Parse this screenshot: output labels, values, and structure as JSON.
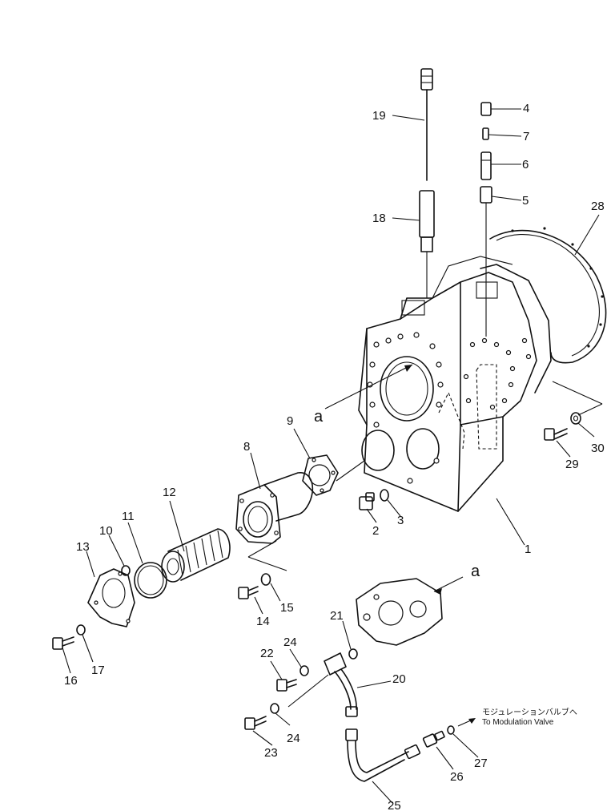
{
  "callouts": [
    {
      "id": "1",
      "text": "1"
    },
    {
      "id": "2",
      "text": "2"
    },
    {
      "id": "3",
      "text": "3"
    },
    {
      "id": "4",
      "text": "4"
    },
    {
      "id": "5",
      "text": "5"
    },
    {
      "id": "6",
      "text": "6"
    },
    {
      "id": "7",
      "text": "7"
    },
    {
      "id": "8",
      "text": "8"
    },
    {
      "id": "9",
      "text": "9"
    },
    {
      "id": "10",
      "text": "10"
    },
    {
      "id": "11",
      "text": "11"
    },
    {
      "id": "12",
      "text": "12"
    },
    {
      "id": "13",
      "text": "13"
    },
    {
      "id": "14",
      "text": "14"
    },
    {
      "id": "15",
      "text": "15"
    },
    {
      "id": "16",
      "text": "16"
    },
    {
      "id": "17",
      "text": "17"
    },
    {
      "id": "18",
      "text": "18"
    },
    {
      "id": "19",
      "text": "19"
    },
    {
      "id": "20",
      "text": "20"
    },
    {
      "id": "21",
      "text": "21"
    },
    {
      "id": "22",
      "text": "22"
    },
    {
      "id": "23",
      "text": "23"
    },
    {
      "id": "24a",
      "text": "24"
    },
    {
      "id": "24b",
      "text": "24"
    },
    {
      "id": "25",
      "text": "25"
    },
    {
      "id": "26",
      "text": "26"
    },
    {
      "id": "27",
      "text": "27"
    },
    {
      "id": "28",
      "text": "28"
    },
    {
      "id": "29",
      "text": "29"
    },
    {
      "id": "30",
      "text": "30"
    }
  ],
  "reference_marks": {
    "a_housing": "a",
    "a_cover": "a"
  },
  "note": {
    "japanese": "モジュレーションバルブへ",
    "english": "To Modulation Valve"
  }
}
